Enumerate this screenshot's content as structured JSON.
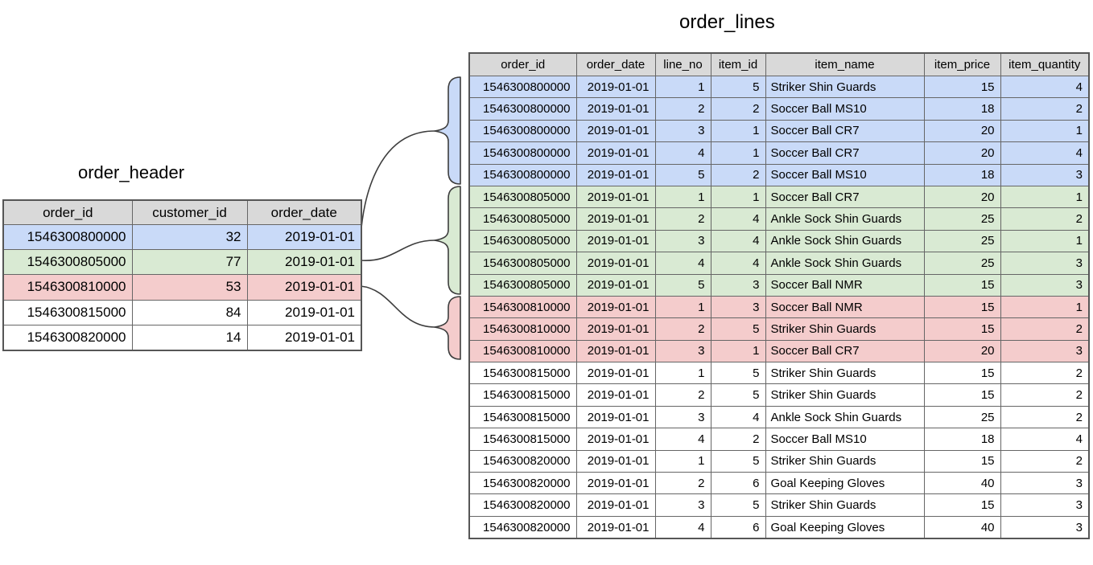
{
  "order_header": {
    "title": "order_header",
    "columns": [
      "order_id",
      "customer_id",
      "order_date"
    ],
    "rows": [
      {
        "highlight": "blue",
        "cells": [
          "1546300800000",
          "32",
          "2019-01-01"
        ]
      },
      {
        "highlight": "green",
        "cells": [
          "1546300805000",
          "77",
          "2019-01-01"
        ]
      },
      {
        "highlight": "red",
        "cells": [
          "1546300810000",
          "53",
          "2019-01-01"
        ]
      },
      {
        "highlight": "none",
        "cells": [
          "1546300815000",
          "84",
          "2019-01-01"
        ]
      },
      {
        "highlight": "none",
        "cells": [
          "1546300820000",
          "14",
          "2019-01-01"
        ]
      }
    ]
  },
  "order_lines": {
    "title": "order_lines",
    "columns": [
      "order_id",
      "order_date",
      "line_no",
      "item_id",
      "item_name",
      "item_price",
      "item_quantity"
    ],
    "rows": [
      {
        "highlight": "blue",
        "cells": [
          "1546300800000",
          "2019-01-01",
          "1",
          "5",
          "Striker Shin Guards",
          "15",
          "4"
        ]
      },
      {
        "highlight": "blue",
        "cells": [
          "1546300800000",
          "2019-01-01",
          "2",
          "2",
          "Soccer Ball MS10",
          "18",
          "2"
        ]
      },
      {
        "highlight": "blue",
        "cells": [
          "1546300800000",
          "2019-01-01",
          "3",
          "1",
          "Soccer Ball CR7",
          "20",
          "1"
        ]
      },
      {
        "highlight": "blue",
        "cells": [
          "1546300800000",
          "2019-01-01",
          "4",
          "1",
          "Soccer Ball CR7",
          "20",
          "4"
        ]
      },
      {
        "highlight": "blue",
        "cells": [
          "1546300800000",
          "2019-01-01",
          "5",
          "2",
          "Soccer Ball MS10",
          "18",
          "3"
        ]
      },
      {
        "highlight": "green",
        "cells": [
          "1546300805000",
          "2019-01-01",
          "1",
          "1",
          "Soccer Ball CR7",
          "20",
          "1"
        ]
      },
      {
        "highlight": "green",
        "cells": [
          "1546300805000",
          "2019-01-01",
          "2",
          "4",
          "Ankle Sock Shin Guards",
          "25",
          "2"
        ]
      },
      {
        "highlight": "green",
        "cells": [
          "1546300805000",
          "2019-01-01",
          "3",
          "4",
          "Ankle Sock Shin Guards",
          "25",
          "1"
        ]
      },
      {
        "highlight": "green",
        "cells": [
          "1546300805000",
          "2019-01-01",
          "4",
          "4",
          "Ankle Sock Shin Guards",
          "25",
          "3"
        ]
      },
      {
        "highlight": "green",
        "cells": [
          "1546300805000",
          "2019-01-01",
          "5",
          "3",
          "Soccer Ball NMR",
          "15",
          "3"
        ]
      },
      {
        "highlight": "red",
        "cells": [
          "1546300810000",
          "2019-01-01",
          "1",
          "3",
          "Soccer Ball NMR",
          "15",
          "1"
        ]
      },
      {
        "highlight": "red",
        "cells": [
          "1546300810000",
          "2019-01-01",
          "2",
          "5",
          "Striker Shin Guards",
          "15",
          "2"
        ]
      },
      {
        "highlight": "red",
        "cells": [
          "1546300810000",
          "2019-01-01",
          "3",
          "1",
          "Soccer Ball CR7",
          "20",
          "3"
        ]
      },
      {
        "highlight": "none",
        "cells": [
          "1546300815000",
          "2019-01-01",
          "1",
          "5",
          "Striker Shin Guards",
          "15",
          "2"
        ]
      },
      {
        "highlight": "none",
        "cells": [
          "1546300815000",
          "2019-01-01",
          "2",
          "5",
          "Striker Shin Guards",
          "15",
          "2"
        ]
      },
      {
        "highlight": "none",
        "cells": [
          "1546300815000",
          "2019-01-01",
          "3",
          "4",
          "Ankle Sock Shin Guards",
          "25",
          "2"
        ]
      },
      {
        "highlight": "none",
        "cells": [
          "1546300815000",
          "2019-01-01",
          "4",
          "2",
          "Soccer Ball MS10",
          "18",
          "4"
        ]
      },
      {
        "highlight": "none",
        "cells": [
          "1546300820000",
          "2019-01-01",
          "1",
          "5",
          "Striker Shin Guards",
          "15",
          "2"
        ]
      },
      {
        "highlight": "none",
        "cells": [
          "1546300820000",
          "2019-01-01",
          "2",
          "6",
          "Goal Keeping Gloves",
          "40",
          "3"
        ]
      },
      {
        "highlight": "none",
        "cells": [
          "1546300820000",
          "2019-01-01",
          "3",
          "5",
          "Striker Shin Guards",
          "15",
          "3"
        ]
      },
      {
        "highlight": "none",
        "cells": [
          "1546300820000",
          "2019-01-01",
          "4",
          "6",
          "Goal Keeping Gloves",
          "40",
          "3"
        ]
      }
    ]
  },
  "colors": {
    "blue": "#c9daf8",
    "green": "#d9ead3",
    "red": "#f4cccc",
    "header": "#d9d9d9",
    "line": "#3d3d3d"
  }
}
